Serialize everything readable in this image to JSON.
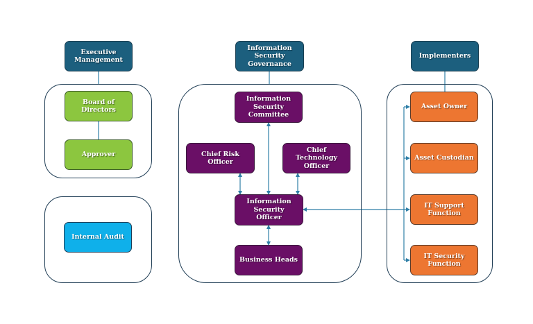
{
  "colors": {
    "header": "#1c5f7e",
    "executive": "#8cc63f",
    "governance": "#6a0f66",
    "implementers": "#ed7631",
    "audit": "#0fb0ea",
    "connector": "#2e7ea6",
    "group_border": "#1f3d55"
  },
  "headers": {
    "executive": "Executive Management",
    "governance": "Information Security Governance",
    "implementers": "Implementers"
  },
  "executive": {
    "board": "Board of Directors",
    "approver": "Approver"
  },
  "audit": {
    "internal_audit": "Internal Audit"
  },
  "governance": {
    "committee": "Information Security Committee",
    "cro": "Chief Risk Officer",
    "cto": "Chief Technology Officer",
    "iso": "Information Security Officer",
    "business_heads": "Business Heads"
  },
  "implementers": {
    "asset_owner": "Asset Owner",
    "asset_custodian": "Asset Custodian",
    "it_support": "IT Support Function",
    "it_security": "IT Security Function"
  }
}
